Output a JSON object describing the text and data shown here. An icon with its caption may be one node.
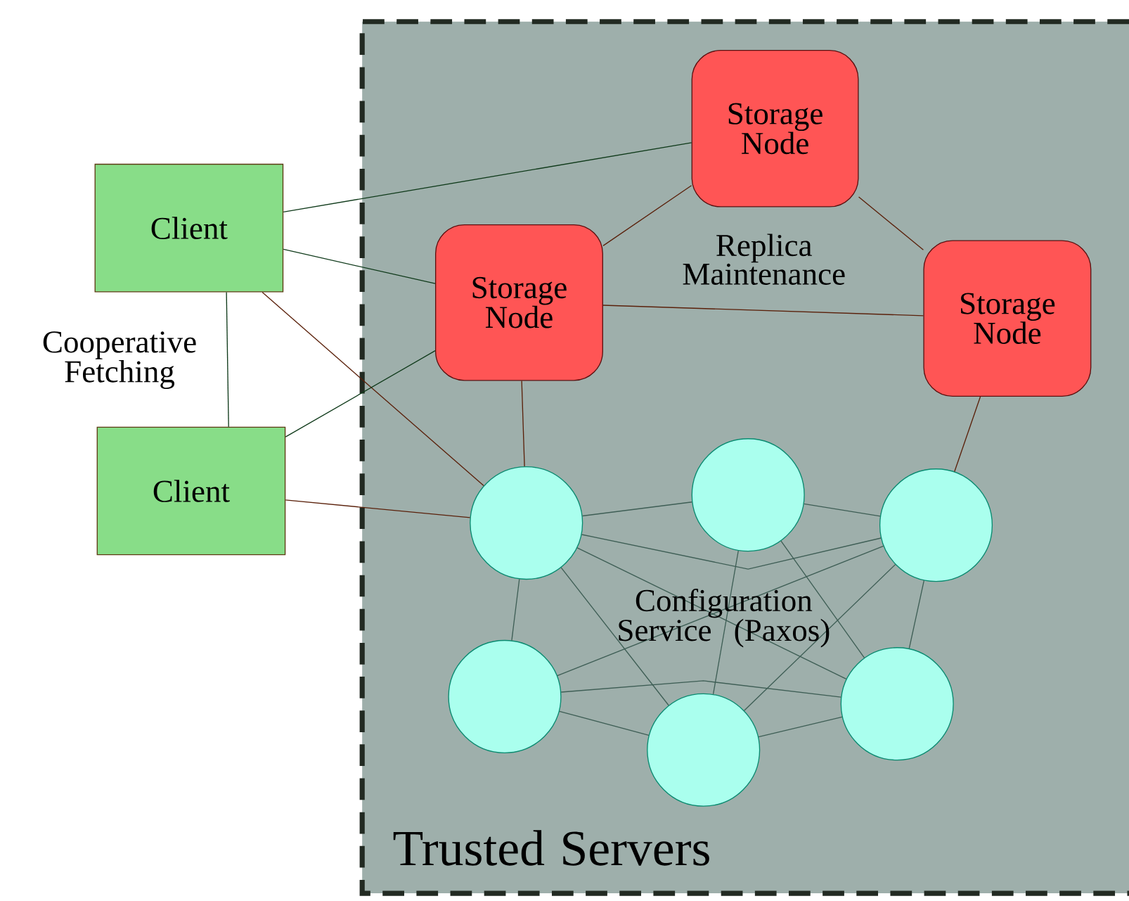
{
  "diagram": {
    "nodes": [
      {
        "text": [
          "Trusted Servers"
        ]
      },
      {
        "text": [
          "Client"
        ]
      },
      {
        "text": [
          "Client"
        ]
      },
      {
        "text": [
          "Storage Node"
        ],
        "in": 0
      },
      {
        "text": [
          "Storage Node"
        ],
        "in": 0
      },
      {
        "text": [
          "Storage Node"
        ],
        "in": 0
      },
      {
        "text": [],
        "shape": "circle",
        "in": 0
      },
      {
        "text": [],
        "shape": "circle",
        "in": 0
      },
      {
        "text": [],
        "shape": "circle",
        "in": 0
      },
      {
        "text": [],
        "shape": "circle",
        "in": 0
      },
      {
        "text": [],
        "shape": "circle",
        "in": 0
      },
      {
        "text": [],
        "shape": "circle",
        "in": 0
      }
    ],
    "edges": [
      {
        "from": 1,
        "to": 3,
        "arrow": "none",
        "color": "#0f3a1a"
      },
      {
        "from": 1,
        "to": 4,
        "arrow": "none",
        "color": "#0f3a1a"
      },
      {
        "from": 1,
        "to": 6,
        "arrow": "none",
        "color": "#5a200a"
      },
      {
        "from": 1,
        "to": 2,
        "arrow": "none",
        "color": "#0f3a1a"
      },
      {
        "from": 2,
        "to": 4,
        "arrow": "none",
        "color": "#0f3a1a"
      },
      {
        "from": 2,
        "to": 6,
        "arrow": "none",
        "color": "#5a200a"
      },
      {
        "from": 3,
        "to": 4,
        "arrow": "none",
        "color": "#5a200a"
      },
      {
        "from": 3,
        "to": 5,
        "arrow": "none",
        "color": "#5a200a"
      },
      {
        "from": 4,
        "to": 5,
        "arrow": "none",
        "color": "#5a200a"
      },
      {
        "from": 4,
        "to": 6,
        "arrow": "none",
        "color": "#5a200a"
      },
      {
        "from": 5,
        "to": 8,
        "arrow": "none",
        "color": "#5a200a"
      },
      {
        "from": 6,
        "to": 7,
        "arrow": "none"
      },
      {
        "from": 6,
        "to": 8,
        "arrow": "none"
      },
      {
        "from": 7,
        "to": 8,
        "arrow": "none"
      },
      {
        "from": 6,
        "to": 9,
        "arrow": "none"
      },
      {
        "from": 6,
        "to": 10,
        "arrow": "none"
      },
      {
        "from": 6,
        "to": 11,
        "arrow": "none"
      },
      {
        "from": 7,
        "to": 10,
        "arrow": "none"
      },
      {
        "from": 7,
        "to": 11,
        "arrow": "none"
      },
      {
        "from": 8,
        "to": 9,
        "arrow": "none"
      },
      {
        "from": 8,
        "to": 10,
        "arrow": "none"
      },
      {
        "from": 8,
        "to": 11,
        "arrow": "none"
      },
      {
        "from": 9,
        "to": 10,
        "arrow": "none"
      },
      {
        "from": 9,
        "to": 11,
        "arrow": "none"
      },
      {
        "from": 10,
        "to": 11,
        "arrow": "none"
      }
    ],
    "labels": [
      "Cooperative Fetching",
      "Replica Maintenance",
      "Configuration Service (Paxos)"
    ]
  }
}
